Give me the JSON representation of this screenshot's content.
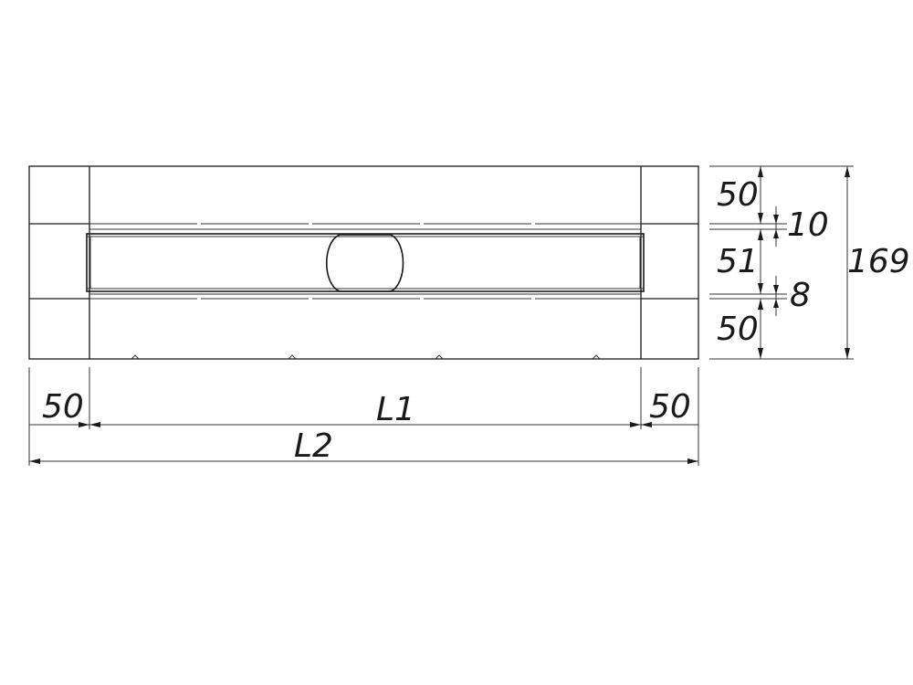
{
  "dimensions": {
    "left_margin": "50",
    "inner_length": "L1",
    "right_margin": "50",
    "total_length": "L2",
    "top_band": "10",
    "upper_height": "50",
    "channel_height": "51",
    "bottom_band": "8",
    "lower_height": "50",
    "total_height": "169"
  },
  "colors": {
    "line": "#1a1a1a",
    "background": "#ffffff"
  }
}
